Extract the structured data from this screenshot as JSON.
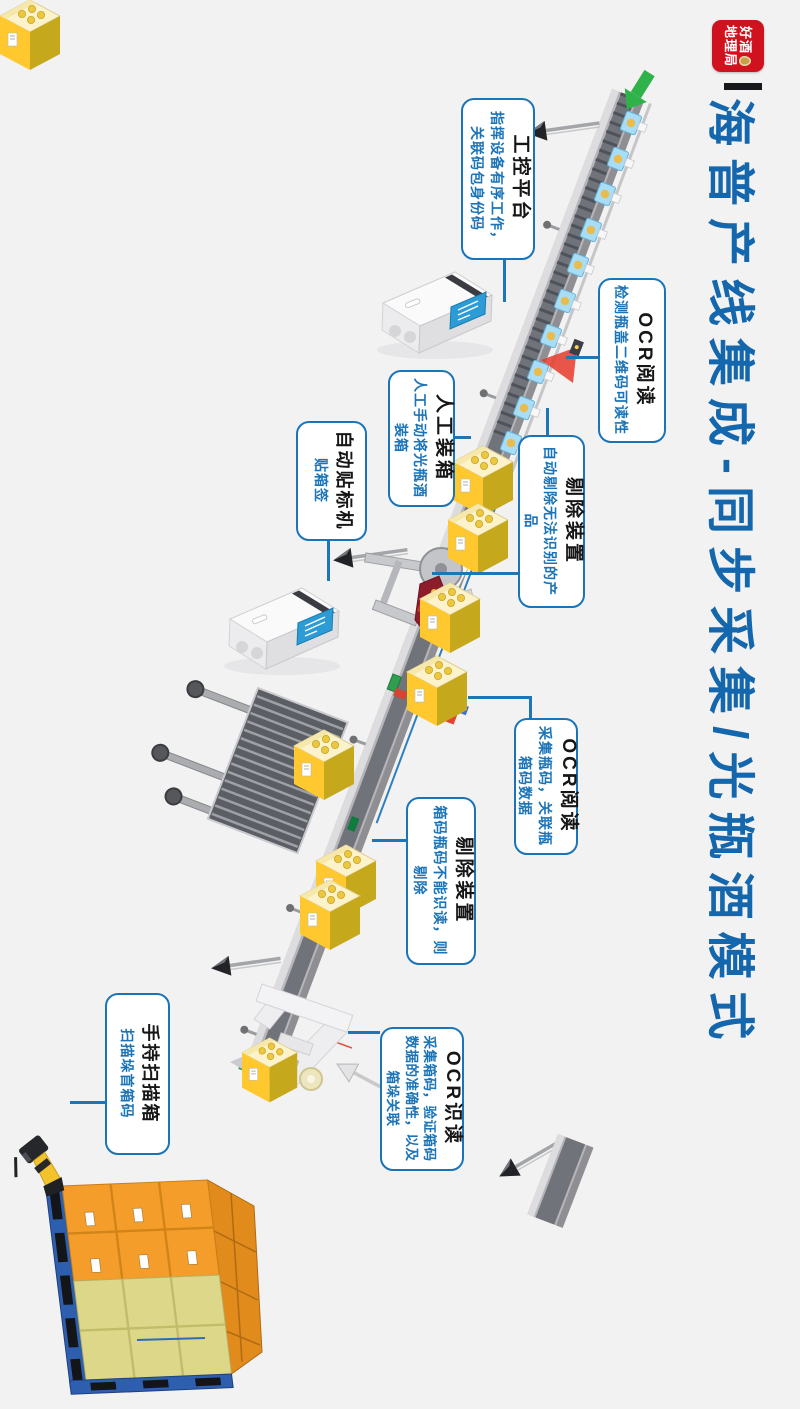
{
  "page": {
    "background": "#f2f2f2"
  },
  "logo": {
    "line1": "好酒",
    "line2": "地理局"
  },
  "title": {
    "text": "海普产线集成-同步采集/光瓶酒模式"
  },
  "callouts": {
    "control_platform": {
      "title": "工控平台",
      "desc": "指挥设备有序工作，关联码包身份码"
    },
    "ocr_read_cap": {
      "title": "OCR阅读",
      "desc": "检测瓶盖二维码可读性"
    },
    "manual_packing": {
      "title": "人工装箱",
      "desc": "人工手动将光瓶酒装箱"
    },
    "auto_labeling_machine": {
      "title": "自动贴标机",
      "desc": "贴箱签"
    },
    "reject_device_1": {
      "title": "剔除装置",
      "desc": "自动剔除无法识别的产品"
    },
    "ocr_read_bottle": {
      "title": "OCR阅读",
      "desc": "采集瓶码，关联瓶箱码数据"
    },
    "reject_device_2": {
      "title": "剔除装置",
      "desc": "箱码瓶码不能识读，则剔除"
    },
    "handheld_scan": {
      "title": "手持扫描箱",
      "desc": "扫描垛首箱码"
    },
    "ocr_identify": {
      "title": "OCR识读",
      "desc": "采集箱码，验证箱码数据的准确性，以及箱垛关联"
    }
  },
  "colors": {
    "accent_blue": "#1b74b8",
    "title_blue": "#1467ad",
    "logo_red": "#d0121f",
    "case_yellow": "#ffc82e",
    "pallet_blue": "#2e5fae",
    "start_arrow_green": "#2fb24a",
    "conveyor_gray": "#b6b6ba",
    "reject_red": "#e6392b"
  }
}
